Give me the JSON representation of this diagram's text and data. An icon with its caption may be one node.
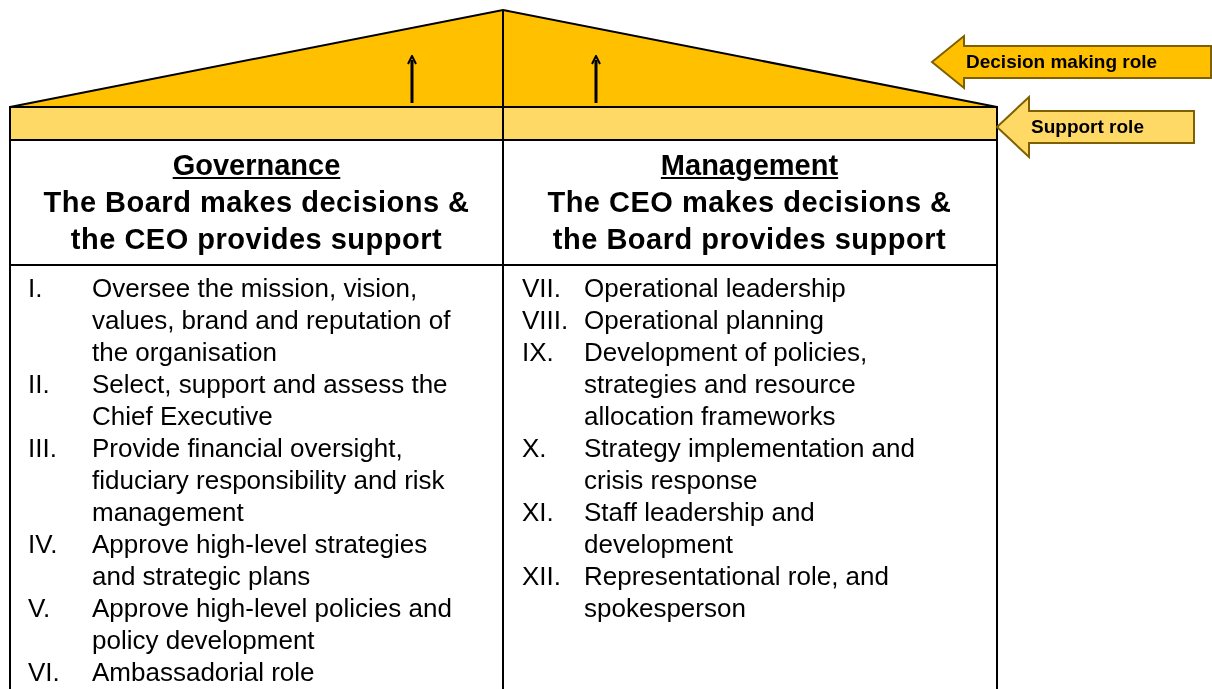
{
  "diagram": {
    "nodes": [
      {
        "text": [],
        "shape": "triangle"
      },
      {
        "text": [],
        "shape": "bar"
      },
      {
        "text": [
          "Governance",
          "The Board makes decisions & the CEO provides support"
        ]
      },
      {
        "text": [
          "Management",
          "The CEO makes decisions & the Board provides support"
        ]
      },
      {
        "text": [
          "I.",
          "Oversee the mission, vision, values, brand and reputation of the organisation",
          "II.",
          "Select, support and assess the Chief Executive",
          "III.",
          "Provide financial oversight, fiduciary responsibility and risk management",
          "IV.",
          "Approve high-level strategies and strategic plans",
          "V.",
          "Approve high-level policies and policy development",
          "VI.",
          "Ambassadorial role"
        ]
      },
      {
        "text": [
          "VII.",
          "Operational leadership",
          "VIII.",
          "Operational planning",
          "IX.",
          "Development of policies, strategies and resource allocation frameworks",
          "X.",
          "Strategy implementation and crisis response",
          "XI.",
          "Staff leadership and development",
          "XII.",
          "Representational role, and spokesperson"
        ]
      }
    ],
    "edges": [
      {
        "from": null,
        "to": 0,
        "arrow": "to",
        "label": "Decision making role",
        "style": "thick",
        "color": "#ffc000"
      },
      {
        "from": null,
        "to": 1,
        "arrow": "to",
        "label": "Support role",
        "style": "thick",
        "color": "#ffd966"
      }
    ]
  }
}
